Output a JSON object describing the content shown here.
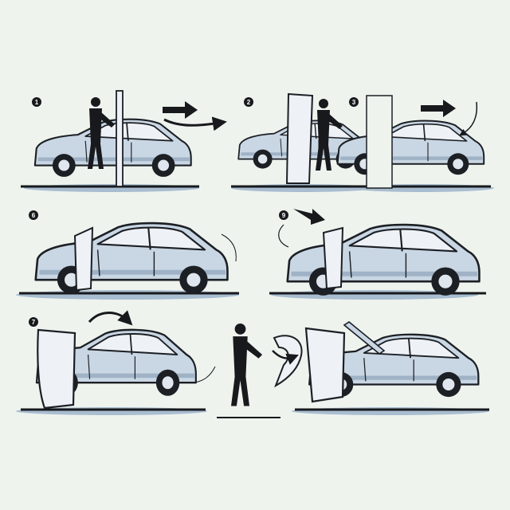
{
  "illustration": {
    "steps": [
      {
        "label": "1"
      },
      {
        "label": "2"
      },
      {
        "label": "3"
      },
      {
        "label": "6"
      },
      {
        "label": "9"
      },
      {
        "label": "7"
      }
    ],
    "colors": {
      "background": "#eef3ee",
      "car_body": "#c9d6e3",
      "car_shadow": "#9fb2c6",
      "outline": "#1c1f24",
      "ground_shadow": "#a9bdd0",
      "ink": "#17191c"
    },
    "icons": [
      "car-icon",
      "person-icon",
      "arrow-right-icon",
      "curved-arrow-icon",
      "open-door-icon"
    ]
  }
}
